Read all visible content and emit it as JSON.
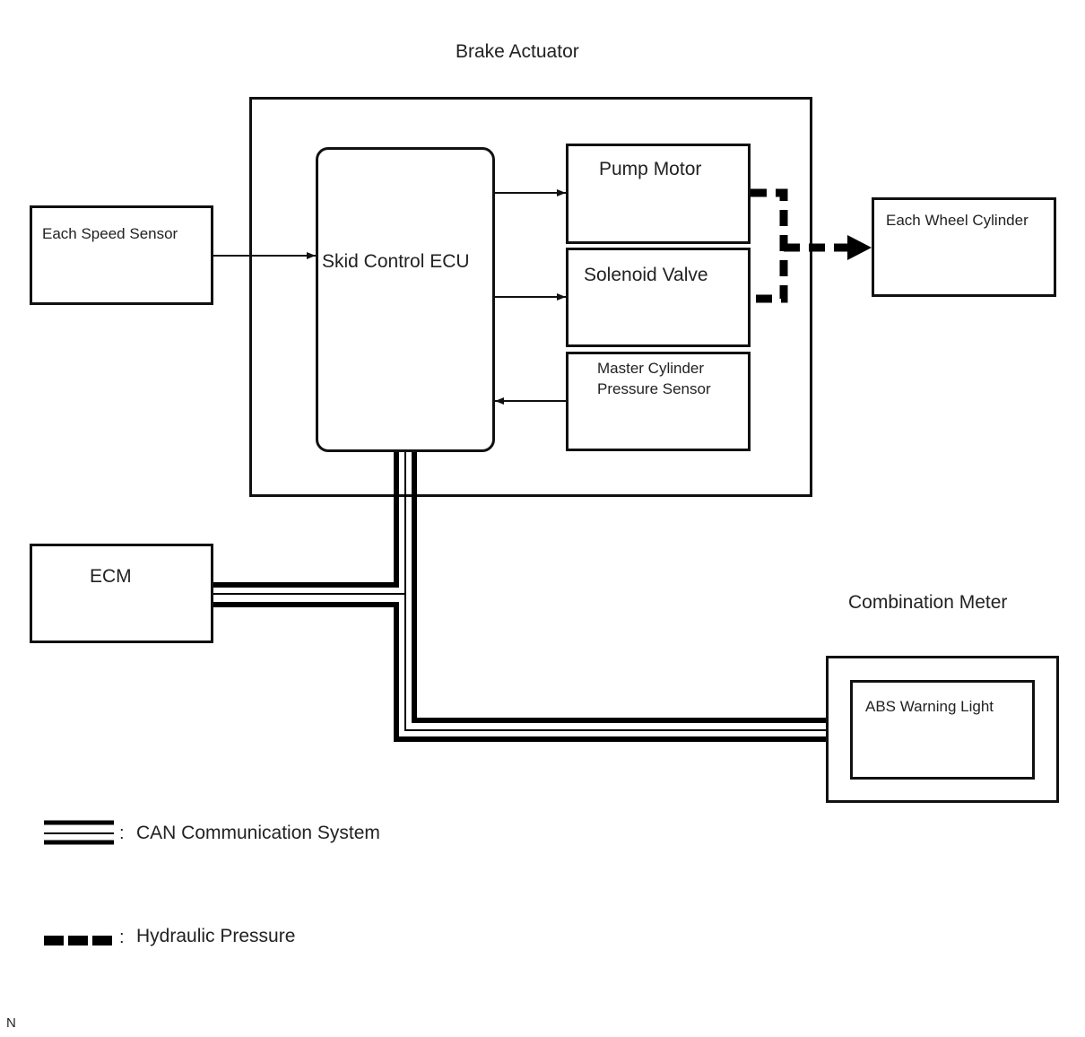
{
  "title": "Brake Actuator",
  "blocks": {
    "speed_sensor": "Each Speed Sensor",
    "skid_ecu": "Skid Control ECU",
    "pump_motor": "Pump Motor",
    "solenoid_valve": "Solenoid Valve",
    "master_cyl_line1": "Master Cylinder",
    "master_cyl_line2": "Pressure Sensor",
    "wheel_cylinder": "Each Wheel Cylinder",
    "ecm": "ECM",
    "combination_meter": "Combination Meter",
    "abs_light": "ABS Warning Light"
  },
  "legend": {
    "can": "CAN Communication System",
    "hydraulic": "Hydraulic Pressure",
    "separator": ":"
  },
  "corner_mark": "N"
}
